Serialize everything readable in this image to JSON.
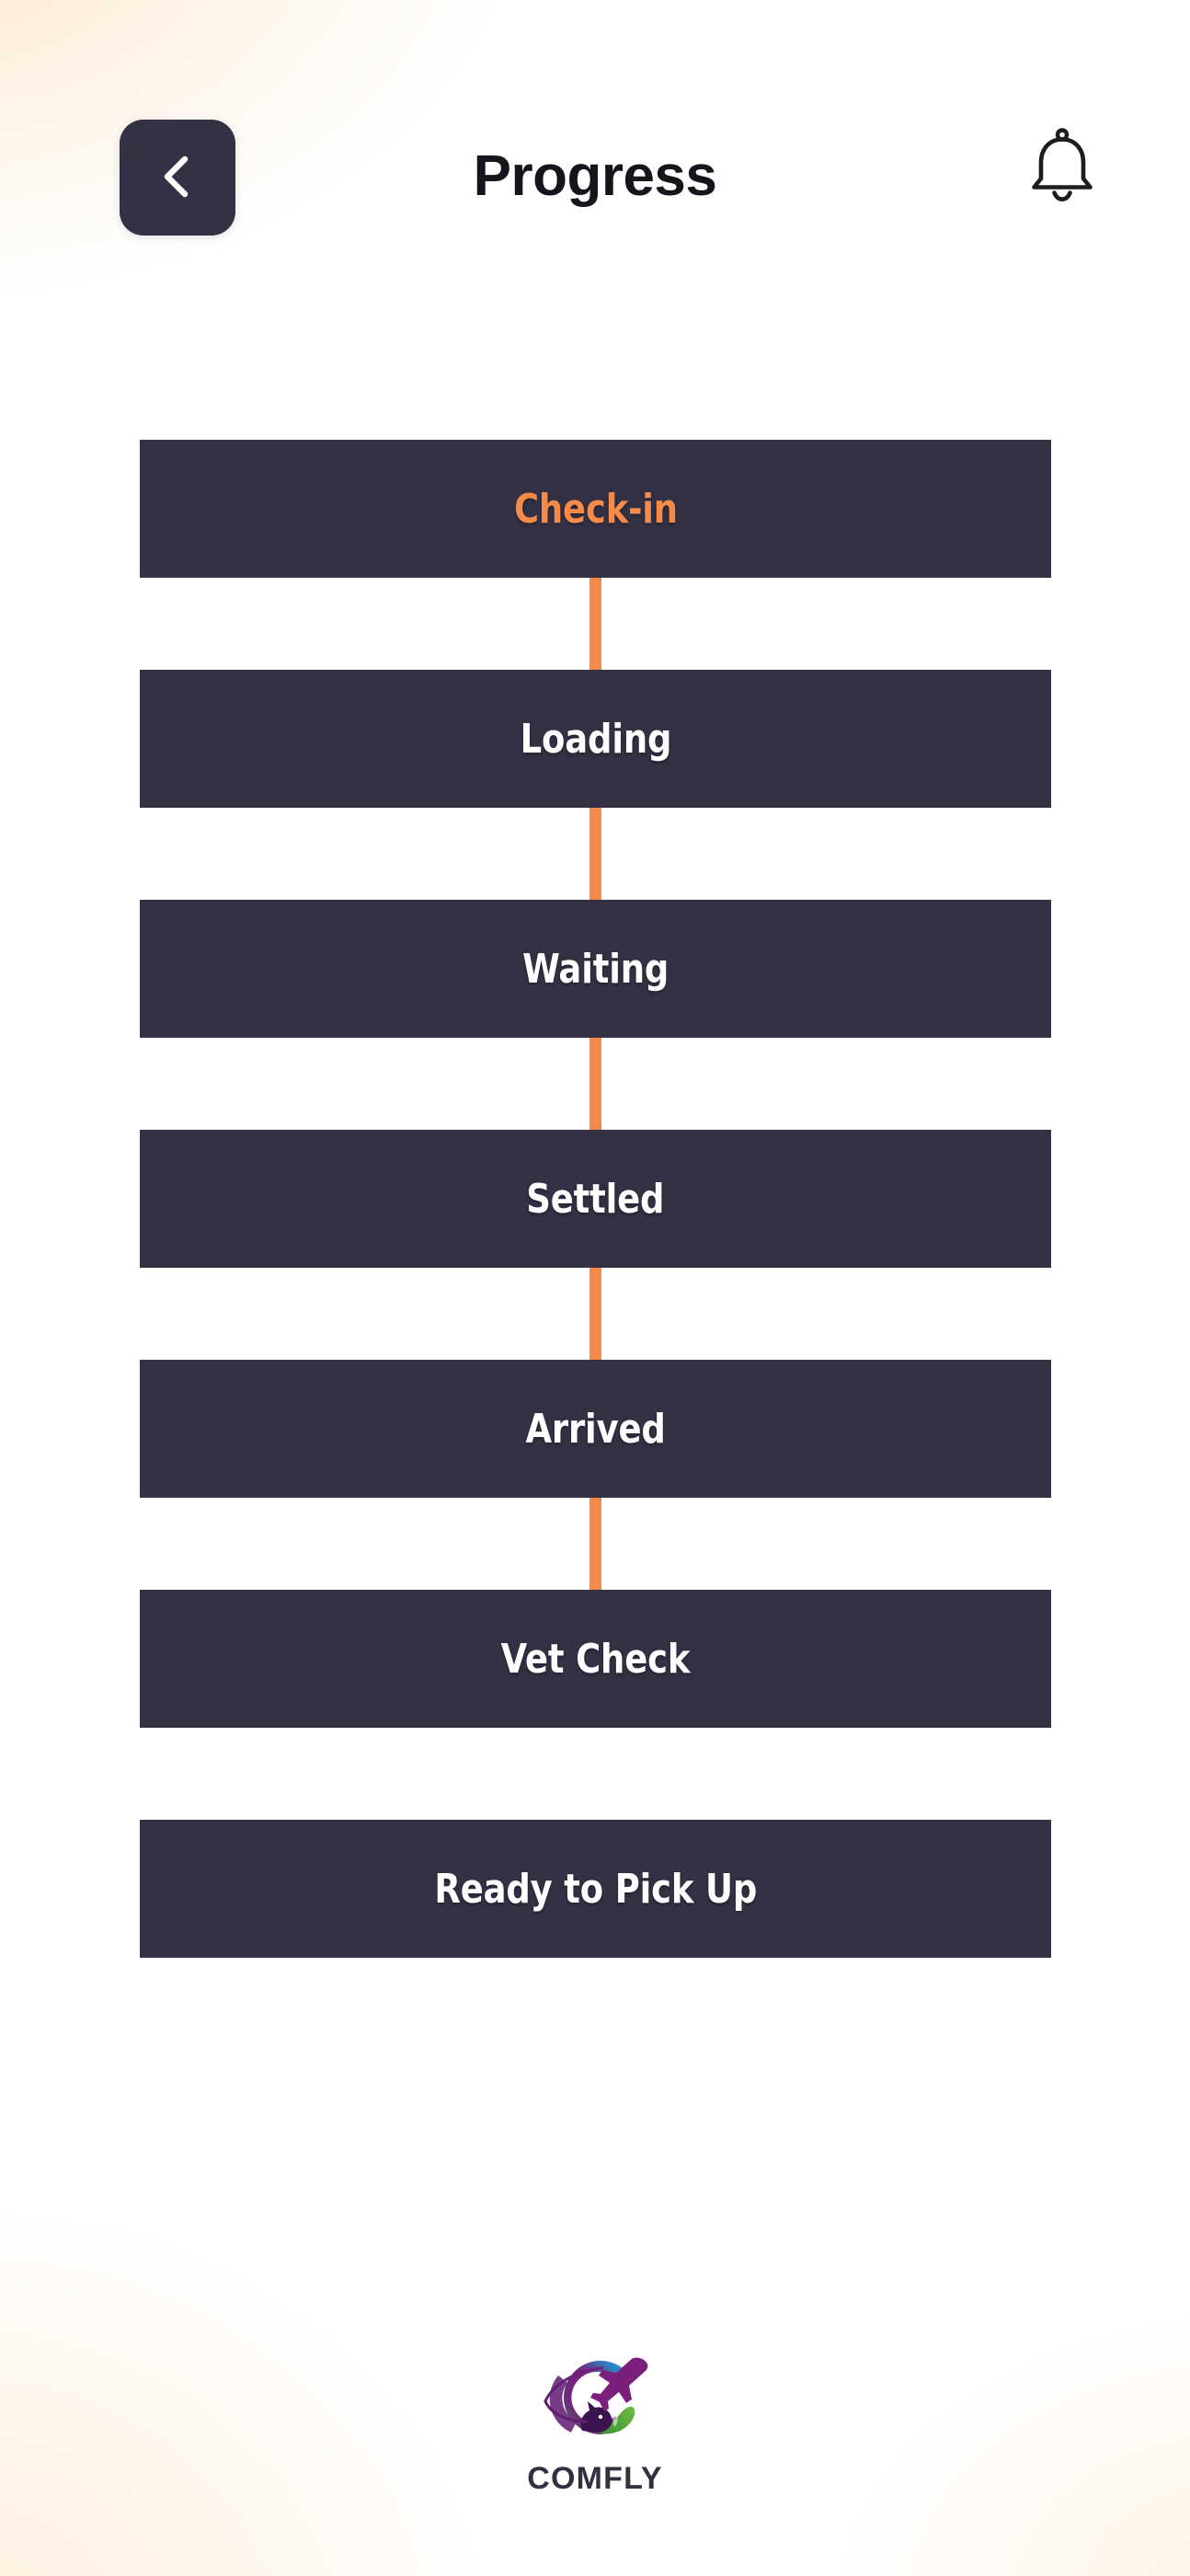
{
  "app": {
    "title": "Progress",
    "accent_color": "#f58a4b",
    "panel_color": "#343145",
    "background_color": "#ffffff",
    "title_color": "#15161c"
  },
  "header": {
    "title": "Progress",
    "back_icon": "chevron-left-icon",
    "back_label": "Back",
    "notifications_icon": "bell-icon",
    "notifications_label": "Notifications"
  },
  "timeline": {
    "connector_color": "#f58a4b",
    "steps": [
      {
        "label": "Check-in",
        "state": "active"
      },
      {
        "label": "Loading",
        "state": "pending"
      },
      {
        "label": "Waiting",
        "state": "pending"
      },
      {
        "label": "Settled",
        "state": "pending"
      },
      {
        "label": "Arrived",
        "state": "pending"
      },
      {
        "label": "Vet Check",
        "state": "pending"
      },
      {
        "label": "Ready to Pick Up",
        "state": "pending"
      }
    ]
  },
  "brand": {
    "name": "COMFLY",
    "logo_icon": "comfly-logo-icon",
    "logo_colors": {
      "blue": "#2ba6dd",
      "purple": "#7b1f7c",
      "violet": "#4b1f6e",
      "green": "#3f9c35",
      "green_light": "#6cbe45"
    }
  }
}
